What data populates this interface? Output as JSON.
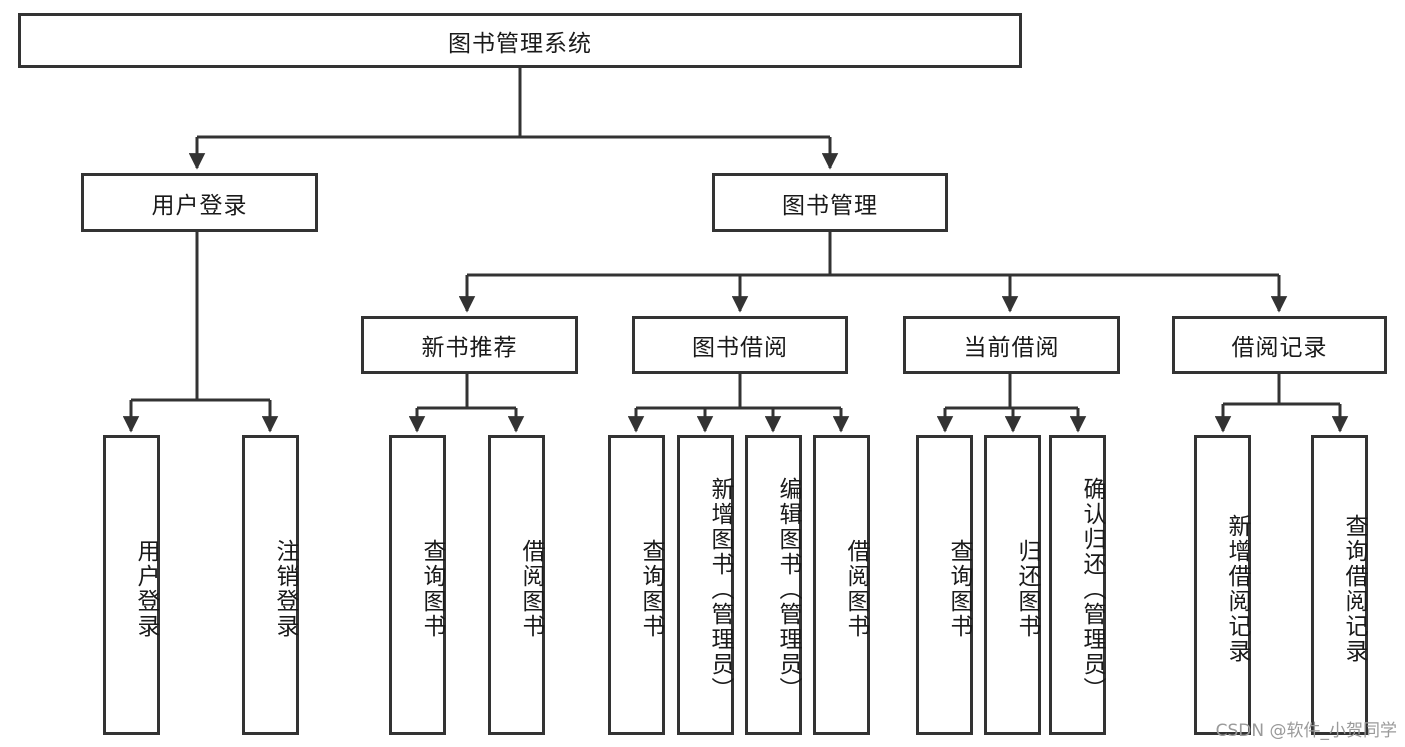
{
  "diagram": {
    "type": "tree-hierarchy-chart",
    "title": "图书管理系统",
    "watermark": "CSDN @软件_小贺同学",
    "colors": {
      "box_border": "#333333",
      "box_fill": "#ffffff",
      "edge": "#333333",
      "text": "#1a1a1a",
      "watermark": "#9a9a9a"
    },
    "levels": {
      "root": {
        "label": "图书管理系统"
      },
      "level2": [
        {
          "id": "user-login",
          "label": "用户登录"
        },
        {
          "id": "book-management",
          "label": "图书管理"
        }
      ],
      "level3": [
        {
          "id": "new-book-recommend",
          "label": "新书推荐"
        },
        {
          "id": "book-borrow",
          "label": "图书借阅"
        },
        {
          "id": "current-borrow",
          "label": "当前借阅"
        },
        {
          "id": "borrow-record",
          "label": "借阅记录"
        }
      ],
      "leaves": {
        "user_login": [
          {
            "id": "leaf-user-login",
            "label": "用户登录"
          },
          {
            "id": "leaf-logout-login",
            "label": "注销登录"
          }
        ],
        "new_book_recommend": [
          {
            "id": "leaf-query-book-1",
            "label": "查询图书"
          },
          {
            "id": "leaf-borrow-book-1",
            "label": "借阅图书"
          }
        ],
        "book_borrow": [
          {
            "id": "leaf-query-book-2",
            "label": "查询图书"
          },
          {
            "id": "leaf-add-book",
            "label": "新增图书（管理员）"
          },
          {
            "id": "leaf-edit-book",
            "label": "编辑图书（管理员）"
          },
          {
            "id": "leaf-borrow-book-2",
            "label": "借阅图书"
          }
        ],
        "current_borrow": [
          {
            "id": "leaf-query-book-3",
            "label": "查询图书"
          },
          {
            "id": "leaf-return-book",
            "label": "归还图书"
          },
          {
            "id": "leaf-confirm-return",
            "label": "确认归还（管理员）"
          }
        ],
        "borrow_record": [
          {
            "id": "leaf-add-record",
            "label": "新增借阅记录"
          },
          {
            "id": "leaf-query-record",
            "label": "查询借阅记录"
          }
        ]
      }
    }
  }
}
